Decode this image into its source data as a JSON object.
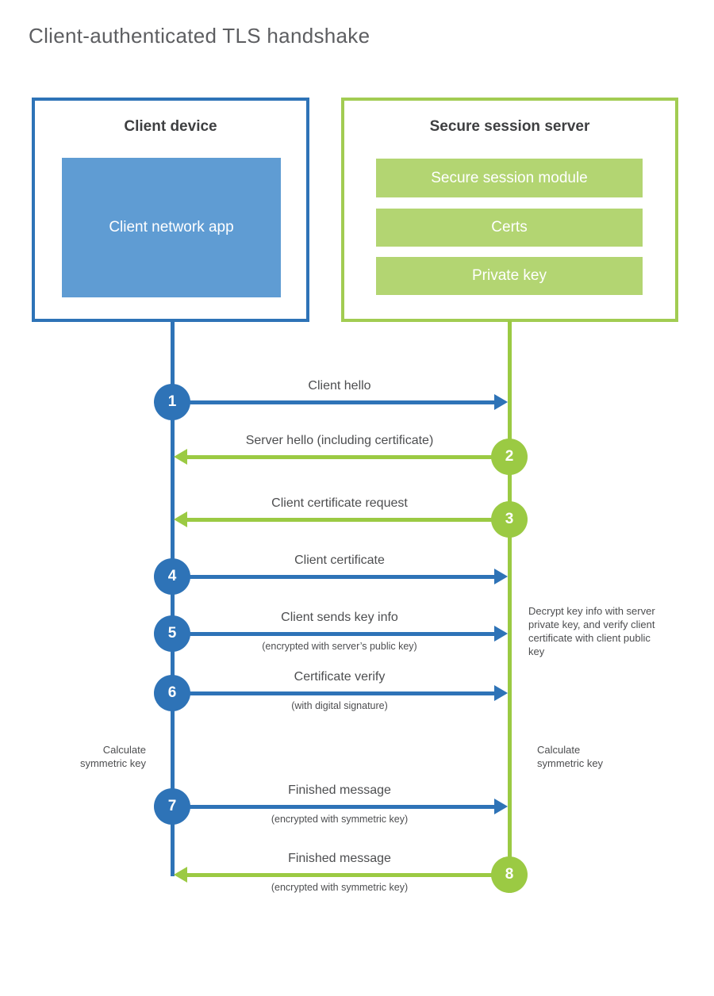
{
  "title": "Client-authenticated TLS handshake",
  "client_box": {
    "title": "Client device",
    "app_label": "Client network app"
  },
  "server_box": {
    "title": "Secure session server",
    "modules": [
      "Secure session module",
      "Certs",
      "Private key"
    ]
  },
  "steps": [
    {
      "num": "1",
      "from": "client",
      "label": "Client hello",
      "sublabel": ""
    },
    {
      "num": "2",
      "from": "server",
      "label": "Server hello (including certificate)",
      "sublabel": ""
    },
    {
      "num": "3",
      "from": "server",
      "label": "Client certificate request",
      "sublabel": ""
    },
    {
      "num": "4",
      "from": "client",
      "label": "Client certificate",
      "sublabel": ""
    },
    {
      "num": "5",
      "from": "client",
      "label": "Client sends key info",
      "sublabel": "(encrypted with server’s public key)"
    },
    {
      "num": "6",
      "from": "client",
      "label": "Certificate verify",
      "sublabel": "(with digital signature)"
    },
    {
      "num": "7",
      "from": "client",
      "label": "Finished message",
      "sublabel": "(encrypted with symmetric key)"
    },
    {
      "num": "8",
      "from": "server",
      "label": "Finished message",
      "sublabel": "(encrypted with symmetric key)"
    }
  ],
  "annotations": {
    "decrypt_note": "Decrypt key info with server private key, and verify client certificate with client public key",
    "calculate_left": "Calculate symmetric key",
    "calculate_right": "Calculate symmetric key"
  },
  "colors": {
    "client_blue": "#2E73B7",
    "client_fill_blue": "#5F9CD3",
    "server_green": "#9BCA43",
    "server_border_green": "#A2CC52",
    "server_fill_green": "#B3D572",
    "text_dark": "#3E3F41",
    "text_gray": "#4D4E50"
  }
}
